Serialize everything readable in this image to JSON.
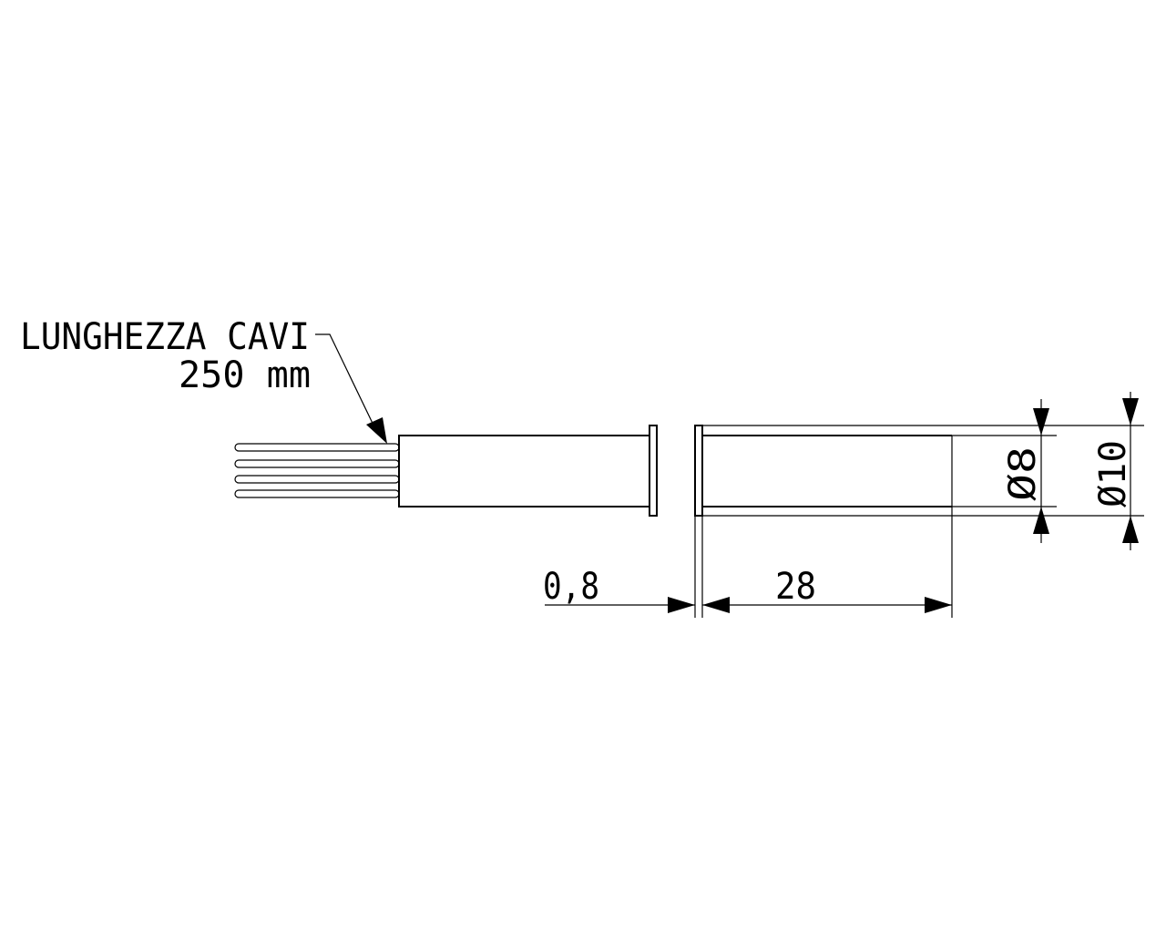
{
  "annotation": {
    "line1": "LUNGHEZZA CAVI",
    "line2": "250 mm"
  },
  "dimensions": {
    "gap": "0,8",
    "length": "28",
    "inner_diameter": "Ø8",
    "outer_diameter": "Ø10"
  },
  "wire_count": 4
}
